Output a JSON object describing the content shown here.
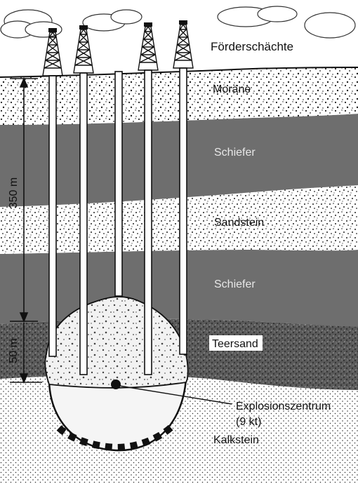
{
  "labels": {
    "shafts": "Förderschächte",
    "moraine": "Moräne",
    "shale_upper": "Schiefer",
    "sandstone": "Sandstein",
    "shale_lower": "Schiefer",
    "tar_sand": "Teersand",
    "explosion_center": "Explosionszentrum",
    "yield": "(9 kt)",
    "limestone": "Kalkstein"
  },
  "dimensions": {
    "depth_upper": "350 m",
    "depth_lower": "50 m"
  },
  "icons": {
    "derrick": "oil-derrick-icon",
    "cloud": "cloud-icon"
  },
  "colors": {
    "shale": "#6e6e6e",
    "tar_sand": "#555555",
    "stipple": "#222222",
    "sky": "#ffffff"
  }
}
